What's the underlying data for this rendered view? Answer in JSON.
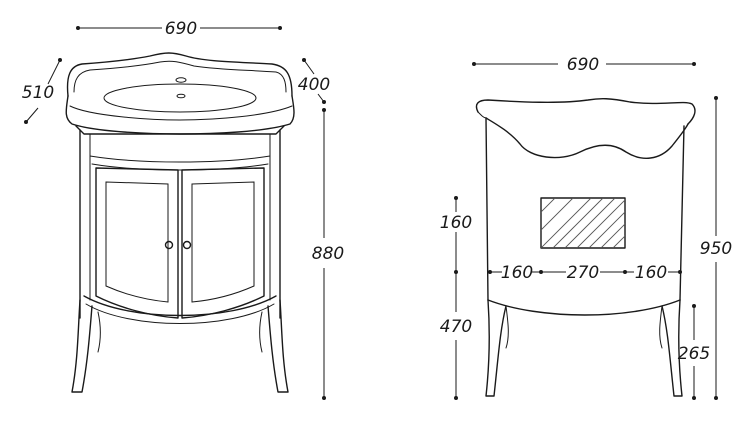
{
  "front_view": {
    "width_label": "690",
    "depth_label": "510",
    "basin_depth_label": "400",
    "height_label": "880"
  },
  "back_view": {
    "width_label": "690",
    "total_height_label": "950",
    "upper_offset_label": "160",
    "lower_offset_label": "470",
    "left_offset_label": "160",
    "opening_width_label": "270",
    "right_offset_label": "160",
    "leg_height_label": "265"
  },
  "colors": {
    "line": "#1a1a1a",
    "background": "#ffffff"
  }
}
